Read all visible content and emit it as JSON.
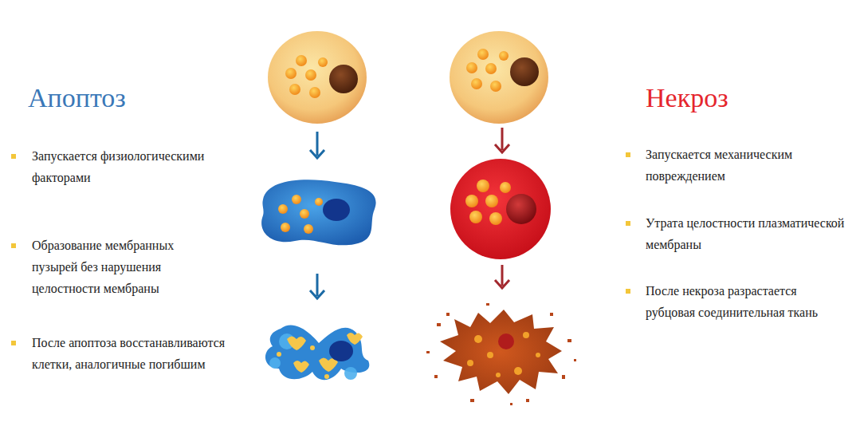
{
  "diagram": {
    "labels": [
      "Апоптоз",
      "Запускается физиологическими факторами",
      "Образование мембранных пузырей без нарушения целостности мембраны",
      "После апоптоза восстанавливаются клетки, аналогичные погибшим",
      "Некроз",
      "Запускается механическим повреждением",
      "Утрата целостности плазматической мембраны",
      "После некроза разрастается рубцовая соединительная ткань"
    ]
  }
}
